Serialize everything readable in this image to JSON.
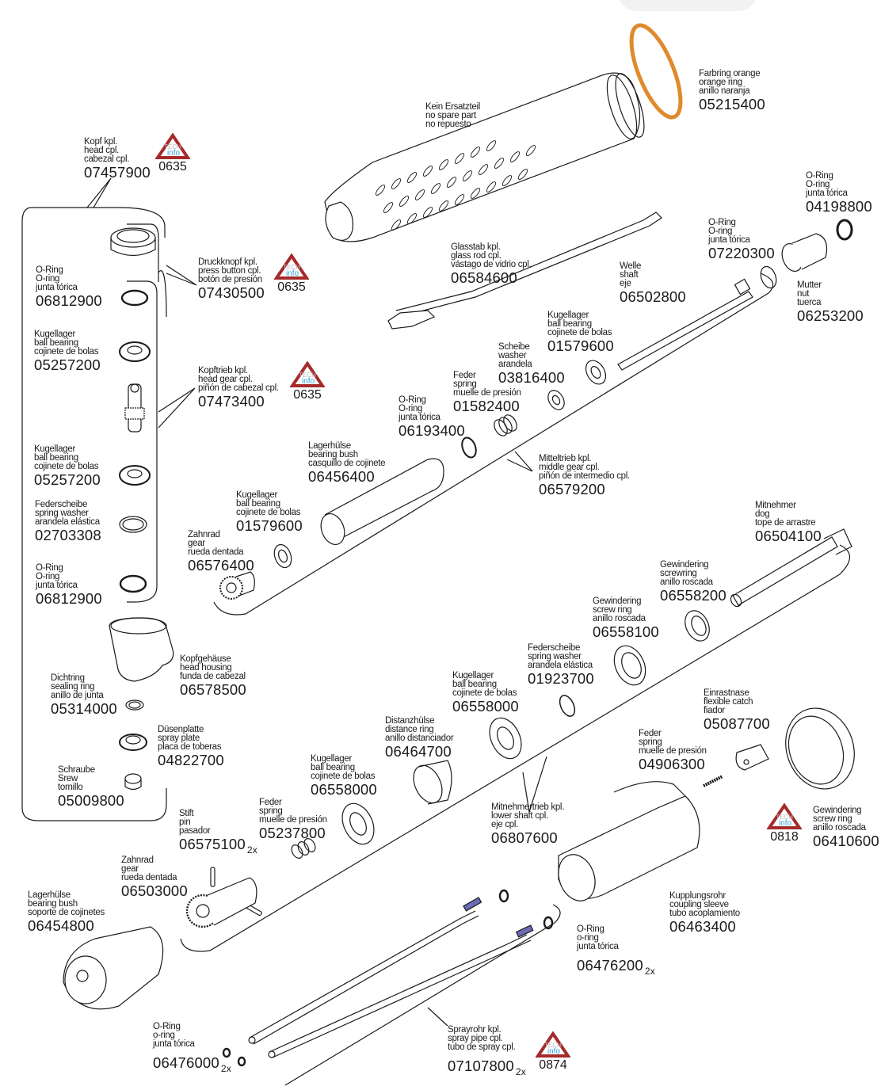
{
  "document": {
    "title": "Exploded parts diagram — handpiece",
    "tech_info_badge": {
      "top": "TECH",
      "bottom": "info"
    },
    "colors": {
      "orange_ring": "#e08a2c",
      "tech_triangle": "#a52a2a",
      "tech_info_text": "#3aa0d8",
      "line": "#1a1a1a"
    }
  },
  "parts": [
    {
      "id": "kopf",
      "de": "Kopf kpl.",
      "en": "head cpl.",
      "es": "cabezal cpl.",
      "number": "07457900",
      "tech": "0635"
    },
    {
      "id": "druckknopf",
      "de": "Druckknopf kpl.",
      "en": "press button cpl.",
      "es": "botón de presión",
      "number": "07430500",
      "tech": "0635"
    },
    {
      "id": "oring-head-1",
      "de": "O-Ring",
      "en": "O-ring",
      "es": "junta tórica",
      "number": "06812900"
    },
    {
      "id": "kugellager-head-1",
      "de": "Kugellager",
      "en": "ball bearing",
      "es": "cojinete de bolas",
      "number": "05257200"
    },
    {
      "id": "kopftrieb",
      "de": "Kopftrieb kpl.",
      "en": "head gear cpl.",
      "es": "piñón de cabezal cpl.",
      "number": "07473400",
      "tech": "0635"
    },
    {
      "id": "kugellager-head-2",
      "de": "Kugellager",
      "en": "ball bearing",
      "es": "cojinete de bolas",
      "number": "05257200"
    },
    {
      "id": "federscheibe-head",
      "de": "Federscheibe",
      "en": "spring washer",
      "es": "arandela elástica",
      "number": "02703308"
    },
    {
      "id": "oring-head-2",
      "de": "O-Ring",
      "en": "O-ring",
      "es": "junta tórica",
      "number": "06812900"
    },
    {
      "id": "kopfgehaeuse",
      "de": "Kopfgehäuse",
      "en": "head housing",
      "es": "funda de cabezal",
      "number": "06578500"
    },
    {
      "id": "dichtring",
      "de": "Dichtring",
      "en": "sealing ring",
      "es": "anillo de junta",
      "number": "05314000"
    },
    {
      "id": "duesenplatte",
      "de": "Düsenplatte",
      "en": "spray plate",
      "es": "placa de toberas",
      "number": "04822700"
    },
    {
      "id": "schraube",
      "de": "Schraube",
      "en": "Srew",
      "es": "tornillo",
      "number": "05009800"
    },
    {
      "id": "kein-ersatzteil",
      "de": "Kein Ersatzteil",
      "en": "no spare part",
      "es": "no repuesto"
    },
    {
      "id": "farbring",
      "de": "Farbring orange",
      "en": "orange ring",
      "es": "anillo naranja",
      "number": "05215400"
    },
    {
      "id": "oring-04198800",
      "de": "O-Ring",
      "en": "O-ring",
      "es": "junta tórica",
      "number": "04198800"
    },
    {
      "id": "oring-07220300",
      "de": "O-Ring",
      "en": "O-ring",
      "es": "junta tórica",
      "number": "07220300"
    },
    {
      "id": "glasstab",
      "de": "Glasstab kpl.",
      "en": "glass rod cpl.",
      "es": "vástago de vidrio cpl.",
      "number": "06584600"
    },
    {
      "id": "welle",
      "de": "Welle",
      "en": "shaft",
      "es": "eje",
      "number": "06502800"
    },
    {
      "id": "mutter",
      "de": "Mutter",
      "en": "nut",
      "es": "tuerca",
      "number": "06253200"
    },
    {
      "id": "kugellager-mid-1",
      "de": "Kugellager",
      "en": "ball bearing",
      "es": "cojinete de bolas",
      "number": "01579600"
    },
    {
      "id": "scheibe",
      "de": "Scheibe",
      "en": "washer",
      "es": "arandela",
      "number": "03816400"
    },
    {
      "id": "feder-mid",
      "de": "Feder",
      "en": "spring",
      "es": "muelle de presión",
      "number": "01582400"
    },
    {
      "id": "oring-06193400",
      "de": "O-Ring",
      "en": "O-ring",
      "es": "junta tórica",
      "number": "06193400"
    },
    {
      "id": "lagerhuelse-mid",
      "de": "Lagerhülse",
      "en": "bearing bush",
      "es": "casquillo de cojinete",
      "number": "06456400"
    },
    {
      "id": "mitteltrieb",
      "de": "Mitteltrieb kpl.",
      "en": "middle gear cpl.",
      "es": "piñón de intermedio cpl.",
      "number": "06579200"
    },
    {
      "id": "kugellager-mid-2",
      "de": "Kugellager",
      "en": "ball bearing",
      "es": "cojinete de bolas",
      "number": "01579600"
    },
    {
      "id": "zahnrad-mid",
      "de": "Zahnrad",
      "en": "gear",
      "es": "rueda dentada",
      "number": "06576400"
    },
    {
      "id": "mitnehmer",
      "de": "Mitnehmer",
      "en": "dog",
      "es": "tope de arrastre",
      "number": "06504100"
    },
    {
      "id": "gewindering-06558200",
      "de": "Gewindering",
      "en": "screwring",
      "es": "anillo roscada",
      "number": "06558200"
    },
    {
      "id": "gewindering-06558100",
      "de": "Gewindering",
      "en": "screw ring",
      "es": "anillo roscada",
      "number": "06558100"
    },
    {
      "id": "federscheibe-low",
      "de": "Federscheibe",
      "en": "spring washer",
      "es": "arandela elástica",
      "number": "01923700"
    },
    {
      "id": "kugellager-low-1",
      "de": "Kugellager",
      "en": "ball bearing",
      "es": "cojinete de bolas",
      "number": "06558000"
    },
    {
      "id": "distanzhuelse",
      "de": "Distanzhülse",
      "en": "distance ring",
      "es": "anillo distanciador",
      "number": "06464700"
    },
    {
      "id": "kugellager-low-2",
      "de": "Kugellager",
      "en": "ball bearing",
      "es": "cojinete de bolas",
      "number": "06558000"
    },
    {
      "id": "feder-low",
      "de": "Feder",
      "en": "spring",
      "es": "muelle de presión",
      "number": "05237800"
    },
    {
      "id": "stift",
      "de": "Stift",
      "en": "pin",
      "es": "pasador",
      "number": "06575100",
      "qty": "2x"
    },
    {
      "id": "zahnrad-low",
      "de": "Zahnrad",
      "en": "gear",
      "es": "rueda dentada",
      "number": "06503000"
    },
    {
      "id": "mitnehmertrieb",
      "de": "Mitnehmertrieb kpl.",
      "en": "lower shaft cpl.",
      "es": "eje cpl.",
      "number": "06807600"
    },
    {
      "id": "einrastnase",
      "de": "Einrastnase",
      "en": "flexible catch",
      "es": "fiador",
      "number": "05087700"
    },
    {
      "id": "feder-catch",
      "de": "Feder",
      "en": "spring",
      "es": "muelle de presión",
      "number": "04906300"
    },
    {
      "id": "gewindering-06410600",
      "de": "Gewindering",
      "en": "screw ring",
      "es": "anillo roscada",
      "number": "06410600",
      "tech": "0818"
    },
    {
      "id": "lagerhuelse-low",
      "de": "Lagerhülse",
      "en": "bearing bush",
      "es": "soporte de cojinetes",
      "number": "06454800"
    },
    {
      "id": "kupplungsrohr",
      "de": "Kupplungsrohr",
      "en": "coupling sleeve",
      "es": "tubo acoplamiento",
      "number": "06463400"
    },
    {
      "id": "oring-06476200",
      "de": "O-Ring",
      "en": "o-ring",
      "es": "junta tórica",
      "number": "06476200",
      "qty": "2x"
    },
    {
      "id": "oring-06476000",
      "de": "O-Ring",
      "en": "o-ring",
      "es": "junta tórica",
      "number": "06476000",
      "qty": "2x"
    },
    {
      "id": "sprayrohr",
      "de": "Sprayrohr kpl.",
      "en": "spray pipe cpl.",
      "es": "tubo de spray cpl.",
      "number": "07107800",
      "qty": "2x",
      "tech": "0874"
    }
  ]
}
